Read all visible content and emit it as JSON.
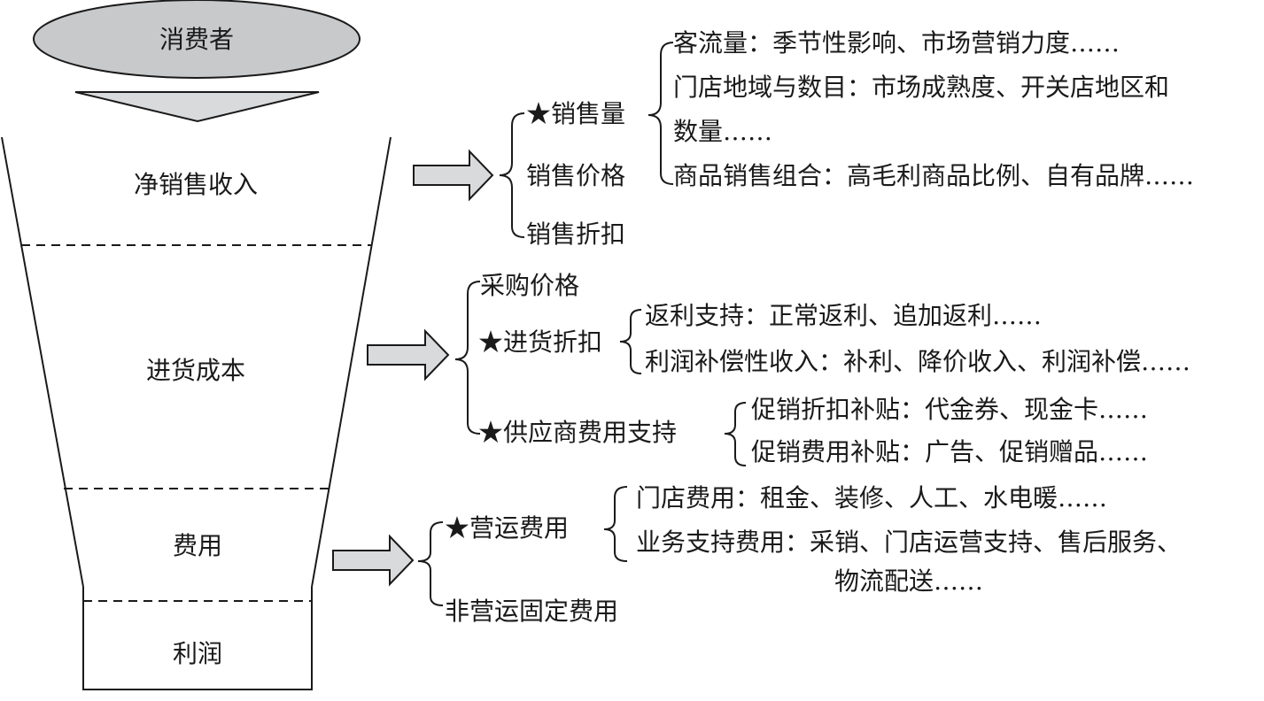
{
  "funnel": {
    "consumer": "消费者",
    "layers": [
      "净销售收入",
      "进货成本",
      "费用",
      "利润"
    ]
  },
  "revenue": {
    "items": [
      {
        "label": "★销售量"
      },
      {
        "label": "销售价格"
      },
      {
        "label": "销售折扣"
      }
    ],
    "volume_details": [
      "客流量：季节性影响、市场营销力度……",
      "门店地域与数目：市场成熟度、开关店地区和",
      "数量……",
      "商品销售组合：高毛利商品比例、自有品牌……"
    ]
  },
  "cost": {
    "items": [
      {
        "label": "采购价格"
      },
      {
        "label": "★进货折扣"
      },
      {
        "label": "★供应商费用支持"
      }
    ],
    "discount_details": [
      "返利支持：正常返利、追加返利……",
      "利润补偿性收入：补利、降价收入、利润补偿……"
    ],
    "supplier_details": [
      "促销折扣补贴：代金券、现金卡……",
      "促销费用补贴：广告、促销赠品……"
    ]
  },
  "expense": {
    "items": [
      {
        "label": "★营运费用"
      },
      {
        "label": "非营运固定费用"
      }
    ],
    "operating_details": [
      "门店费用：租金、装修、人工、水电暖……",
      "业务支持费用：采销、门店运营支持、售后服务、",
      "物流配送……"
    ]
  }
}
